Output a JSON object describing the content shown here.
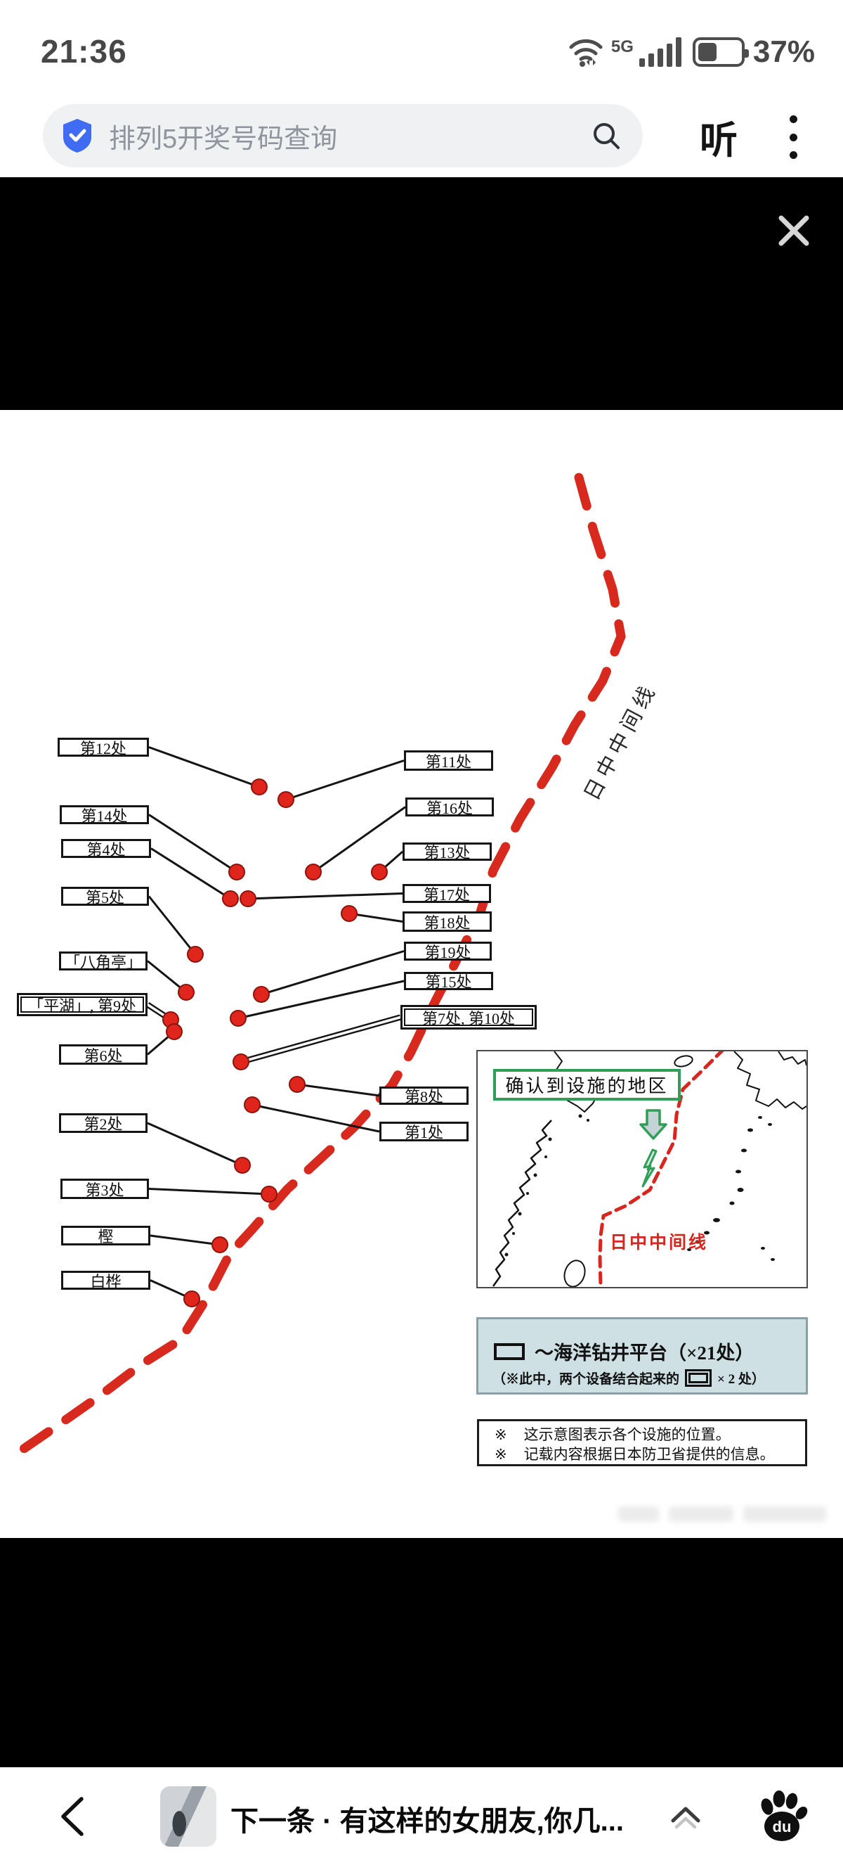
{
  "status_bar": {
    "time": "21:36",
    "network": "5G",
    "battery_percent": "37%"
  },
  "search_bar": {
    "query": "排列5开奖号码查询",
    "listen_label": "听"
  },
  "map": {
    "median_line_label": "日中中间线",
    "facilities": [
      {
        "label": "第12处"
      },
      {
        "label": "第14处"
      },
      {
        "label": "第4处"
      },
      {
        "label": "第5处"
      },
      {
        "label": "「八角亭」"
      },
      {
        "label": "「平湖」, 第9处"
      },
      {
        "label": "第6处"
      },
      {
        "label": "第2处"
      },
      {
        "label": "第3处"
      },
      {
        "label": "樫"
      },
      {
        "label": "白桦"
      },
      {
        "label": "第11处"
      },
      {
        "label": "第16处"
      },
      {
        "label": "第13处"
      },
      {
        "label": "第17处"
      },
      {
        "label": "第18处"
      },
      {
        "label": "第19处"
      },
      {
        "label": "第15处"
      },
      {
        "label": "第7处, 第10处"
      },
      {
        "label": "第8处"
      },
      {
        "label": "第1处"
      }
    ],
    "inset": {
      "region_label": "确认到设施的地区",
      "median_line_label": "日中中间线"
    },
    "legend": {
      "line1": "～海洋钻井平台（×21处）",
      "line2_prefix": "（※此中，两个设备结合起来的",
      "line2_suffix": "× 2 处）"
    },
    "note_marker": "※",
    "notes": [
      "这示意图表示各个设施的位置。",
      "记载内容根据日本防卫省提供的信息。"
    ]
  },
  "bottom_bar": {
    "next_title": "下一条 · 有这样的女朋友,你几...",
    "logo_text": "du"
  },
  "colors": {
    "red": "#d7291d",
    "dot_red": "#e0251c",
    "green": "#2f9e57",
    "legend_bg": "#cfe0e4",
    "shield_blue": "#3f6cf2"
  }
}
